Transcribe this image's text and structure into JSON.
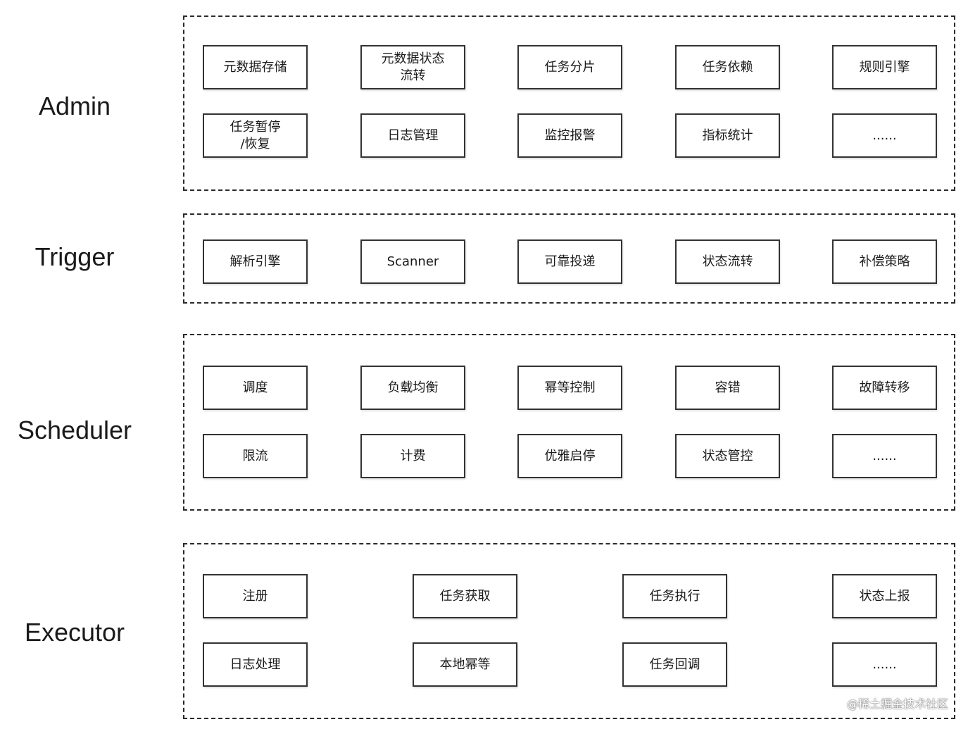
{
  "layers": {
    "admin": {
      "label": "Admin",
      "row1": [
        "元数据存储",
        "元数据状态\n流转",
        "任务分片",
        "任务依赖",
        "规则引擎"
      ],
      "row2": [
        "任务暂停\n/恢复",
        "日志管理",
        "监控报警",
        "指标统计",
        "......"
      ]
    },
    "trigger": {
      "label": "Trigger",
      "row1": [
        "解析引擎",
        "Scanner",
        "可靠投递",
        "状态流转",
        "补偿策略"
      ]
    },
    "scheduler": {
      "label": "Scheduler",
      "row1": [
        "调度",
        "负载均衡",
        "幂等控制",
        "容错",
        "故障转移"
      ],
      "row2": [
        "限流",
        "计费",
        "优雅启停",
        "状态管控",
        "......"
      ]
    },
    "executor": {
      "label": "Executor",
      "row1": [
        "注册",
        "任务获取",
        "任务执行",
        "状态上报"
      ],
      "row2": [
        "日志处理",
        "本地幂等",
        "任务回调",
        "......"
      ]
    }
  },
  "credit": "@稀土掘金技术社区"
}
